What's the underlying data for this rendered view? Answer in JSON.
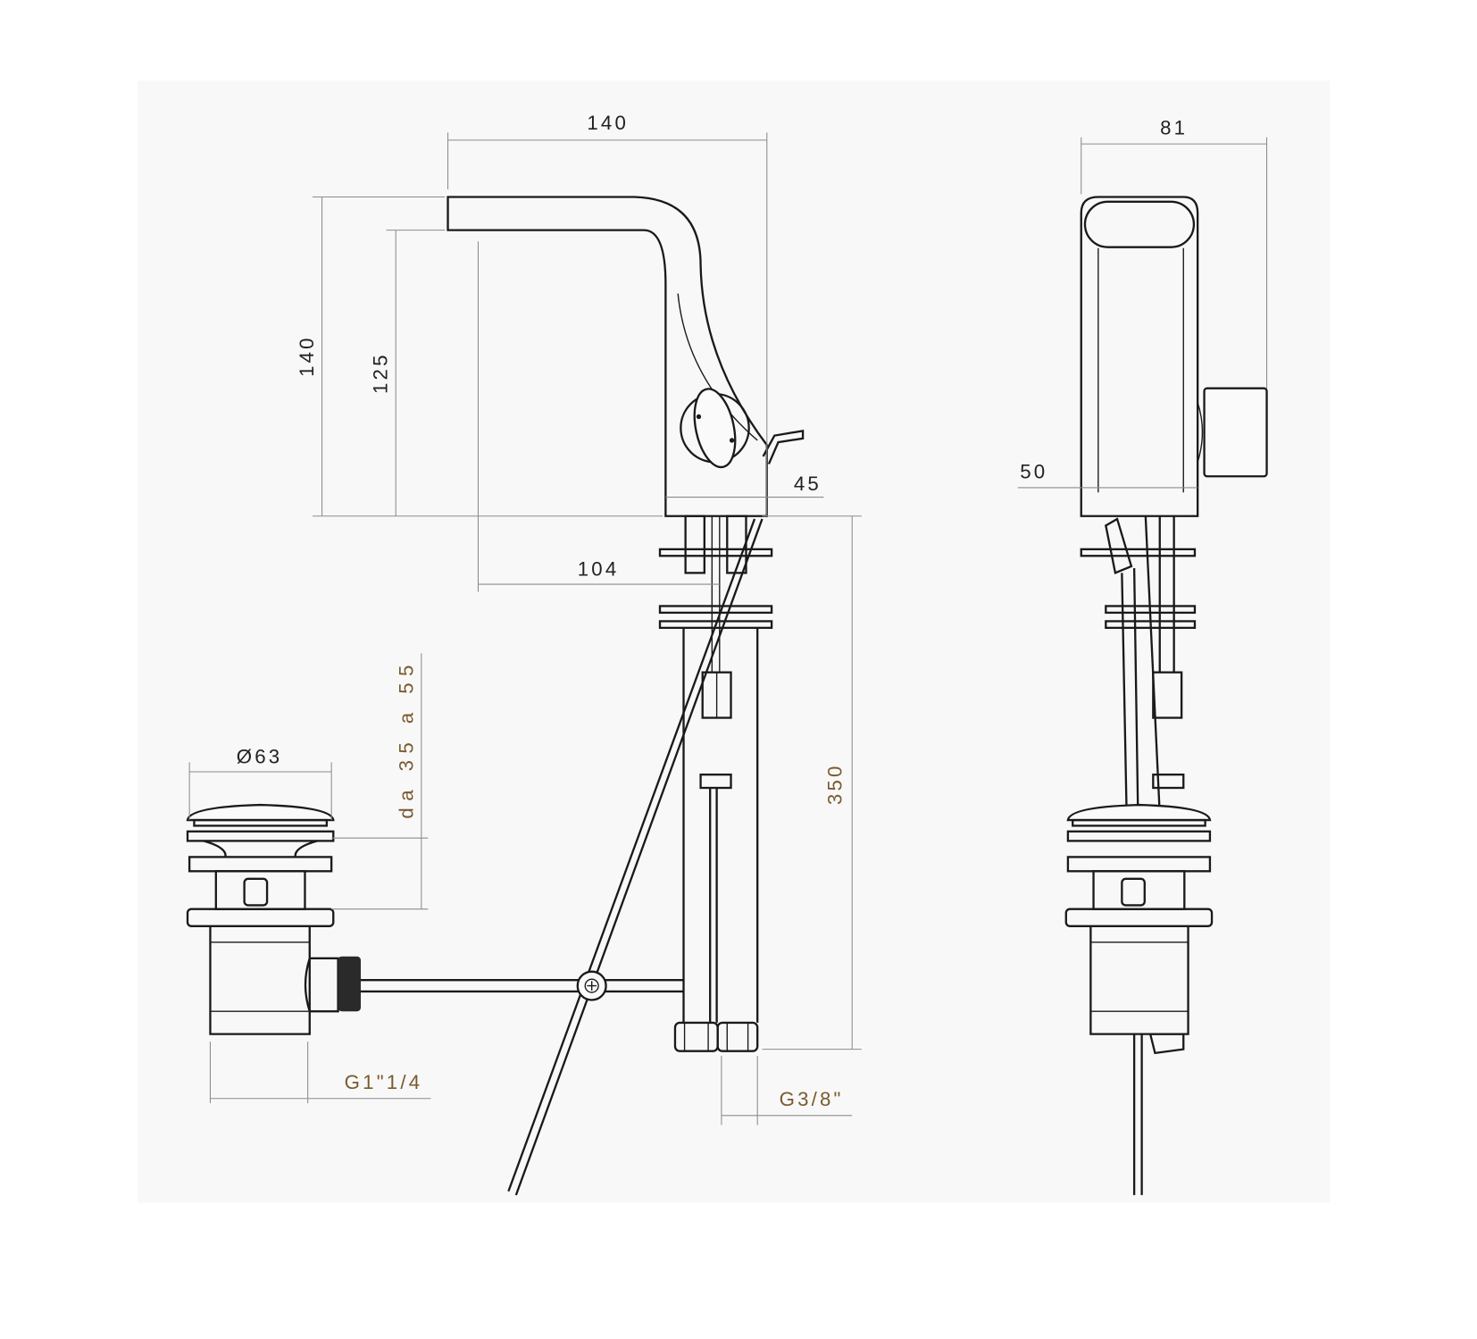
{
  "title": "Single-lever basin mixer with pop-up waste – technical drawing",
  "dimensions": {
    "spout_width": "140",
    "total_height": "140",
    "spout_height": "125",
    "spout_reach": "104",
    "lever_offset": "45",
    "side_width": "81",
    "side_depth": "50",
    "waste_diameter": "Ø63",
    "waste_range": "da 35 a 55",
    "hose_length": "350",
    "waste_thread": "G1\"1/4",
    "hose_thread": "G3/8\""
  },
  "colors": {
    "line": "#1a1a1a",
    "dimension_text": "#7a5a2e",
    "panel": "#f8f8f8"
  }
}
